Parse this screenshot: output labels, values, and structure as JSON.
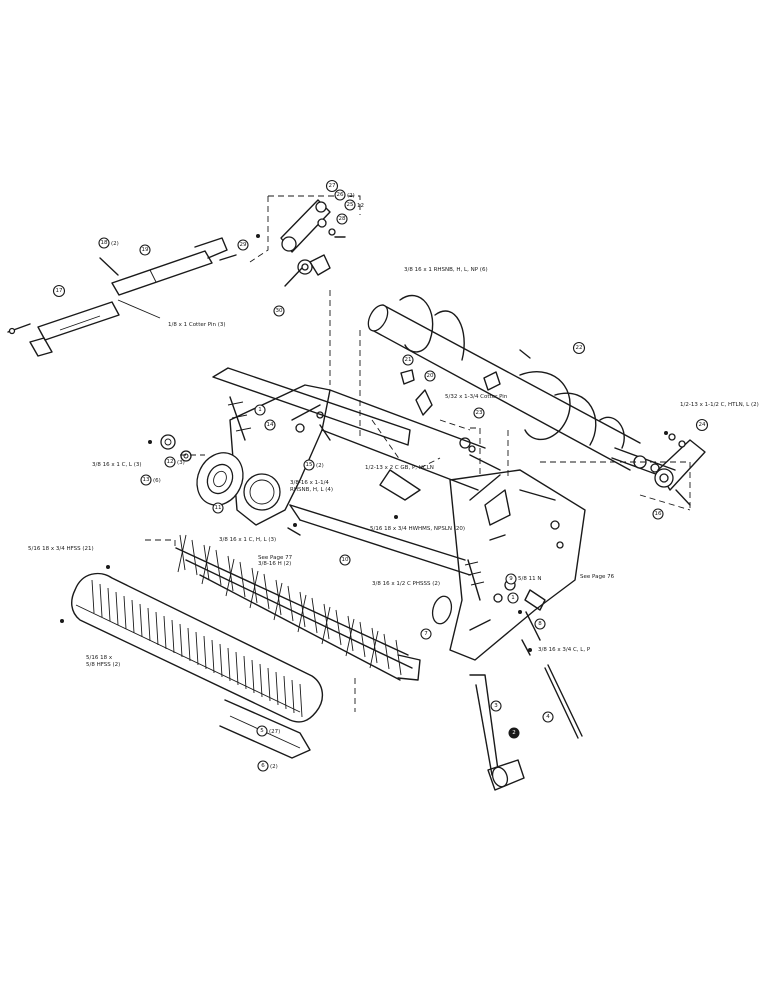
{
  "labels": {
    "cotter_pin_left": "1/8 x 1 Cotter Pin (3)",
    "rhsnb_top": "3/8 16 x 1 RHSNB, H, L, NP (6)",
    "cotter_pin_right": "5/32 x 1-3/4 Cotter Pin",
    "htln_right": "1/2-13 x 1-1/2 C, HTLN, L (2)",
    "cl_left": "3/8 16 x 1 C, L (3)",
    "cgb_center": "1/2-13 x 2 C GB, P, HCLN",
    "rhsnb_mid_1": "3/8-16 x 1-1/4",
    "rhsnb_mid_2": "RHSNB, H, L (4)",
    "hwhms_center": "5/16 18 x 3/4 HWHMS, NPSLN (20)",
    "chl_center": "3/8 16 x 1 C, H, L (3)",
    "see_page_77": "See Page 77",
    "h_center": "3/8-16 H (2)",
    "hfss_top": "5/16 18 x 3/4 HFSS (21)",
    "cphss_right": "3/8 16 x 1/2 C PHSSS (2)",
    "hn_right": "5/8 11 N",
    "see_page_76": "See Page 76",
    "clp_right": "3/8 16 x 3/4 C, L, P",
    "hfss_left_1": "5/16 18 x",
    "hfss_left_2": "5/8 HFSS (2)"
  },
  "callouts": {
    "c27_top": "27",
    "c26": "26",
    "c25": "25",
    "c28": "28",
    "c18": "18",
    "c19": "19",
    "c29": "29",
    "c17": "17",
    "c30": "30",
    "c21": "21",
    "c22": "22",
    "c23": "23",
    "c20": "20",
    "c24": "24",
    "c16": "16",
    "c1a": "1",
    "c14": "14",
    "c12": "12",
    "c15": "15",
    "c13": "13",
    "c11": "11",
    "c10": "10",
    "c9": "9",
    "c8": "8",
    "c7": "7",
    "c1b": "1",
    "c4": "4",
    "c5": "5",
    "c6": "6",
    "c2": "2",
    "c3": "3"
  },
  "qty": {
    "q26": "(2)",
    "q25": "12",
    "q18": "(2)",
    "q12": "(3)",
    "q15": "(2)",
    "q13": "(6)",
    "q5": "(27)",
    "q6": "(2)"
  }
}
